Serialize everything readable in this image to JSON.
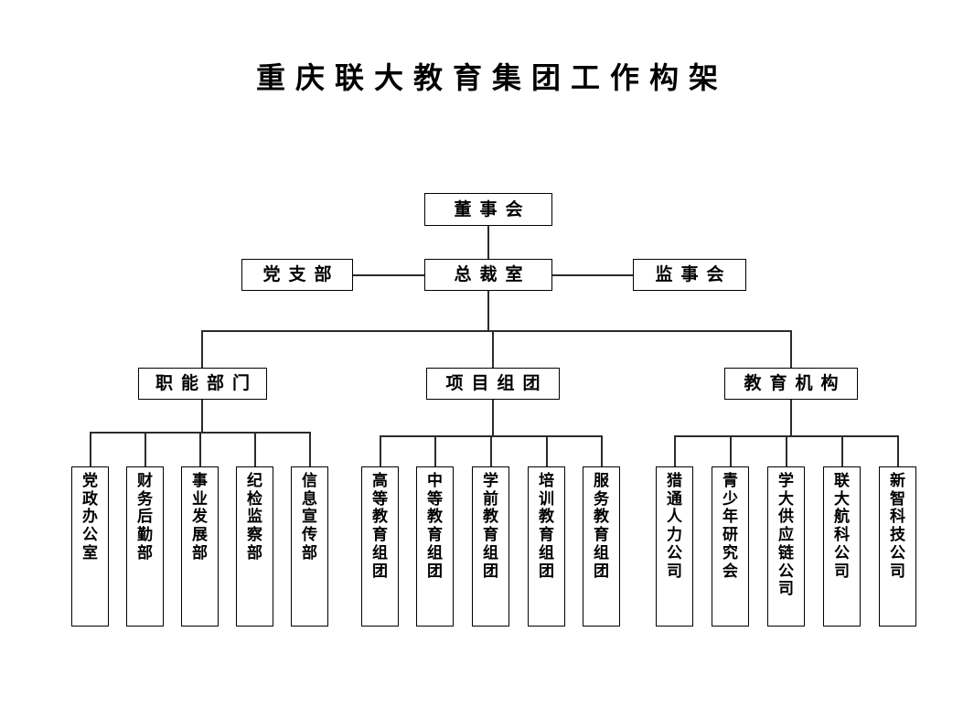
{
  "document": {
    "title": "重庆联大教育集团工作构架",
    "type": "organization-chart",
    "background_color": "#ffffff",
    "line_color": "#2b2b2b",
    "text_color": "#000000"
  },
  "chart_data": {
    "type": "diagram",
    "title": "重庆联大教育集团工作构架",
    "orientation": "top-down",
    "levels": [
      {
        "level": 1,
        "nodes": [
          {
            "id": "board",
            "label": "董事会"
          }
        ]
      },
      {
        "level": 2,
        "nodes": [
          {
            "id": "party-branch",
            "label": "党支部"
          },
          {
            "id": "president-office",
            "label": "总裁室"
          },
          {
            "id": "supervisory-board",
            "label": "监事会"
          }
        ]
      },
      {
        "level": 3,
        "nodes": [
          {
            "id": "functional-departments",
            "label": "职能部门"
          },
          {
            "id": "project-groups",
            "label": "项目组团"
          },
          {
            "id": "education-institutions",
            "label": "教育机构"
          }
        ]
      }
    ],
    "groups": [
      {
        "id": "functional-departments",
        "parent_label": "职能部门",
        "children": [
          {
            "id": "party-admin-office",
            "label": "党政办公室"
          },
          {
            "id": "finance-logistics-dept",
            "label": "财务后勤部"
          },
          {
            "id": "business-development-dept",
            "label": "事业发展部"
          },
          {
            "id": "discipline-inspection-dept",
            "label": "纪检监察部"
          },
          {
            "id": "information-publicity-dept",
            "label": "信息宣传部"
          }
        ]
      },
      {
        "id": "project-groups",
        "parent_label": "项目组团",
        "children": [
          {
            "id": "higher-education-group",
            "label": "高等教育组团"
          },
          {
            "id": "secondary-education-group",
            "label": "中等教育组团"
          },
          {
            "id": "preschool-education-group",
            "label": "学前教育组团"
          },
          {
            "id": "training-education-group",
            "label": "培训教育组团"
          },
          {
            "id": "service-education-group",
            "label": "服务教育组团"
          }
        ]
      },
      {
        "id": "education-institutions",
        "parent_label": "教育机构",
        "children": [
          {
            "id": "lietong-hr-company",
            "label": "猎通人力公司"
          },
          {
            "id": "youth-research-association",
            "label": "青少年研究会"
          },
          {
            "id": "xueda-supply-chain-company",
            "label": "学大供应链公司"
          },
          {
            "id": "lianda-aviation-tech-company",
            "label": "联大航科公司"
          },
          {
            "id": "xinzhi-technology-company",
            "label": "新智科技公司"
          }
        ]
      }
    ]
  }
}
